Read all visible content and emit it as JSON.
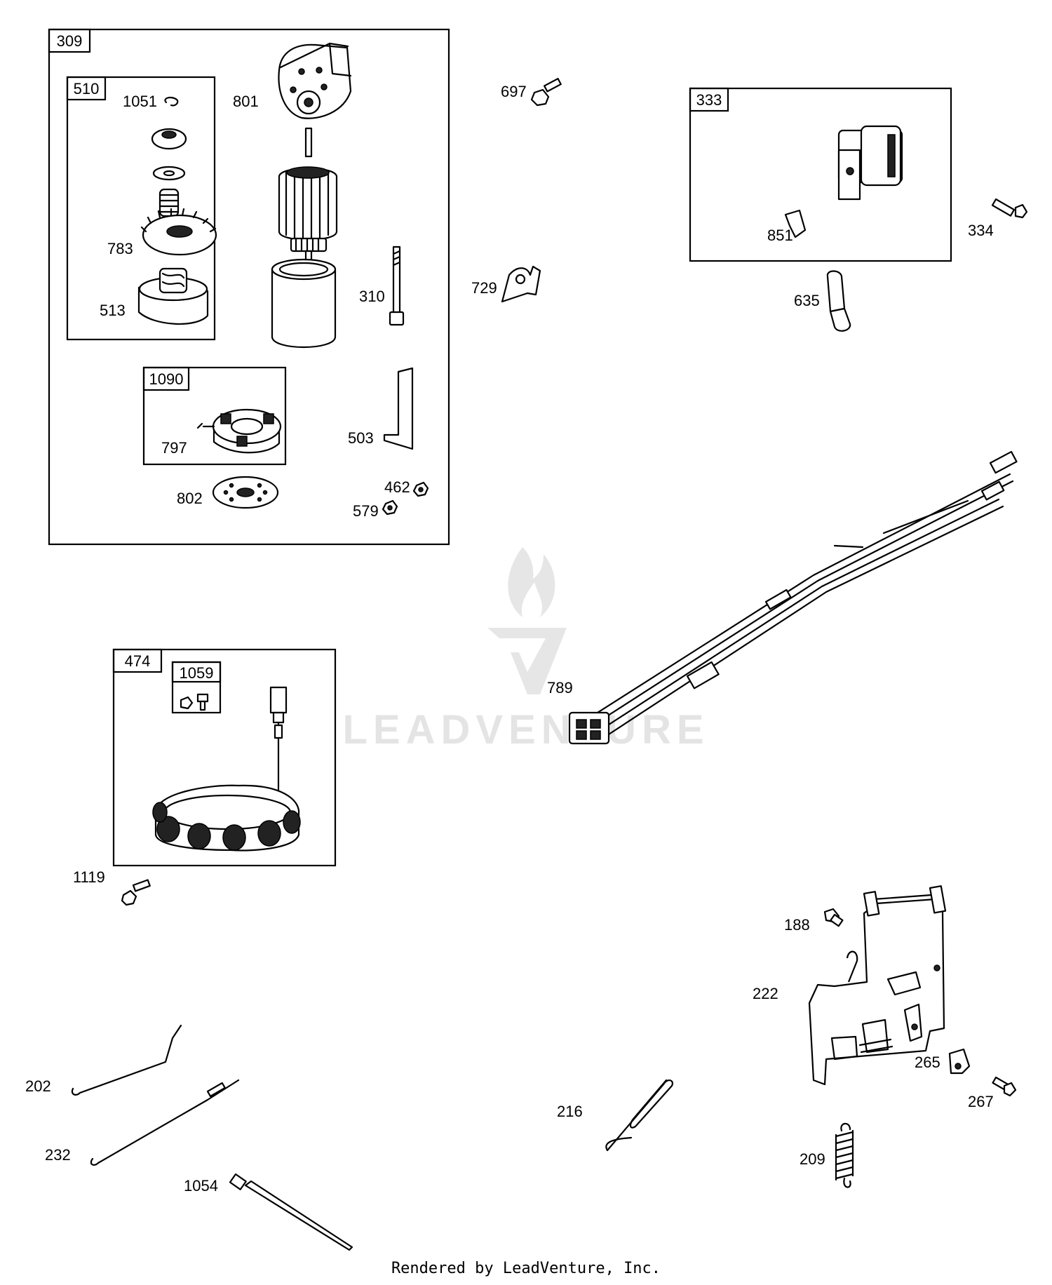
{
  "watermark": {
    "text": "LEADVENTURE"
  },
  "footer": {
    "text": "Rendered by LeadVenture, Inc."
  },
  "groups": {
    "g309": "309",
    "g510": "510",
    "g1090": "1090",
    "g333": "333",
    "g474": "474",
    "g1059": "1059"
  },
  "callouts": {
    "p1051": "1051",
    "p801": "801",
    "p783": "783",
    "p513": "513",
    "p310": "310",
    "p797": "797",
    "p503": "503",
    "p802": "802",
    "p462": "462",
    "p579": "579",
    "p697": "697",
    "p729": "729",
    "p851": "851",
    "p334": "334",
    "p635": "635",
    "p789": "789",
    "p1119": "1119",
    "p188": "188",
    "p222": "222",
    "p265": "265",
    "p267": "267",
    "p202": "202",
    "p232": "232",
    "p216": "216",
    "p209": "209",
    "p1054": "1054"
  }
}
